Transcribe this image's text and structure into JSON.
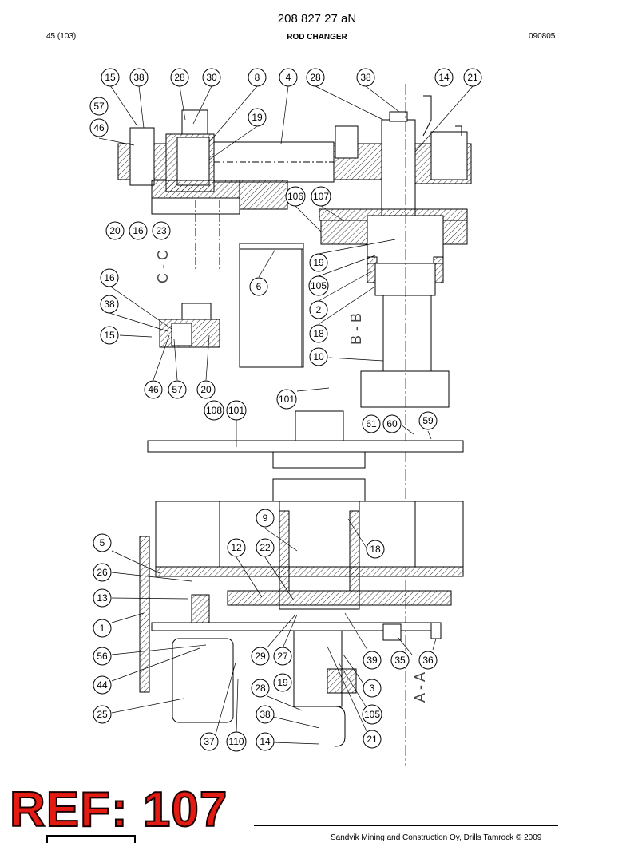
{
  "header": {
    "document_number": "208 827 27 aN",
    "page_ref": "45 (103)",
    "title": "ROD CHANGER",
    "date": "090805"
  },
  "drawing": {
    "section_labels": [
      "C - C",
      "B - B",
      "A - A"
    ],
    "callouts": [
      "15",
      "38",
      "28",
      "30",
      "8",
      "4",
      "28",
      "38",
      "14",
      "21",
      "57",
      "46",
      "19",
      "106",
      "107",
      "20",
      "16",
      "23",
      "19",
      "6",
      "105",
      "2",
      "18",
      "10",
      "16",
      "38",
      "15",
      "46",
      "57",
      "20",
      "101",
      "108",
      "101",
      "61",
      "60",
      "59",
      "9",
      "5",
      "12",
      "22",
      "18",
      "26",
      "13",
      "1",
      "56",
      "44",
      "25",
      "29",
      "27",
      "19",
      "39",
      "35",
      "36",
      "3",
      "28",
      "38",
      "105",
      "21",
      "37",
      "110",
      "14"
    ]
  },
  "stamp": {
    "text": "REF: 107"
  },
  "footer": {
    "copyright": "Sandvik Mining and Construction Oy, Drills Tamrock © 2009"
  }
}
